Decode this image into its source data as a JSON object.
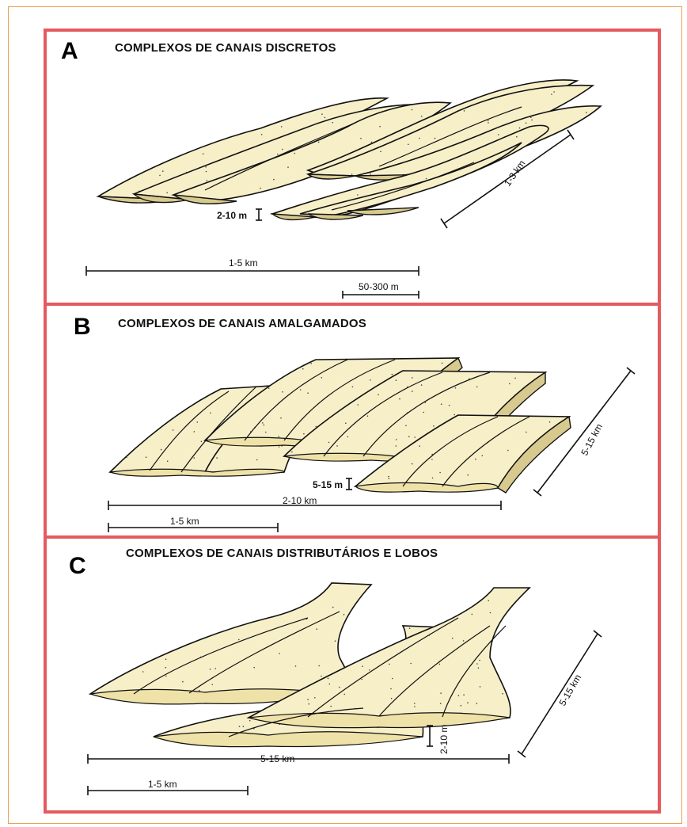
{
  "panels": {
    "a": {
      "letter": "A",
      "title": "COMPLEXOS DE CANAIS DISCRETOS",
      "labels": {
        "thickness": "2-10 m",
        "width": "1-5 km",
        "channel_width": "50-300 m",
        "length": "1-3 km"
      }
    },
    "b": {
      "letter": "B",
      "title": "COMPLEXOS DE CANAIS AMALGAMADOS",
      "labels": {
        "thickness": "5-15 m",
        "width": "2-10 km",
        "sub_width": "1-5 km",
        "length": "5-15 km"
      }
    },
    "c": {
      "letter": "C",
      "title": "COMPLEXOS DE CANAIS DISTRIBUTÁRIOS E LOBOS",
      "labels": {
        "thickness": "2-10 m",
        "width": "5-15 km",
        "sub_width": "1-5 km",
        "length": "5-15 km"
      }
    }
  },
  "colors": {
    "panel_border": "#e45a5e",
    "outer_border": "#e8a050",
    "sand_fill": "#f7efc8",
    "sand_side": "#d8c98e"
  }
}
